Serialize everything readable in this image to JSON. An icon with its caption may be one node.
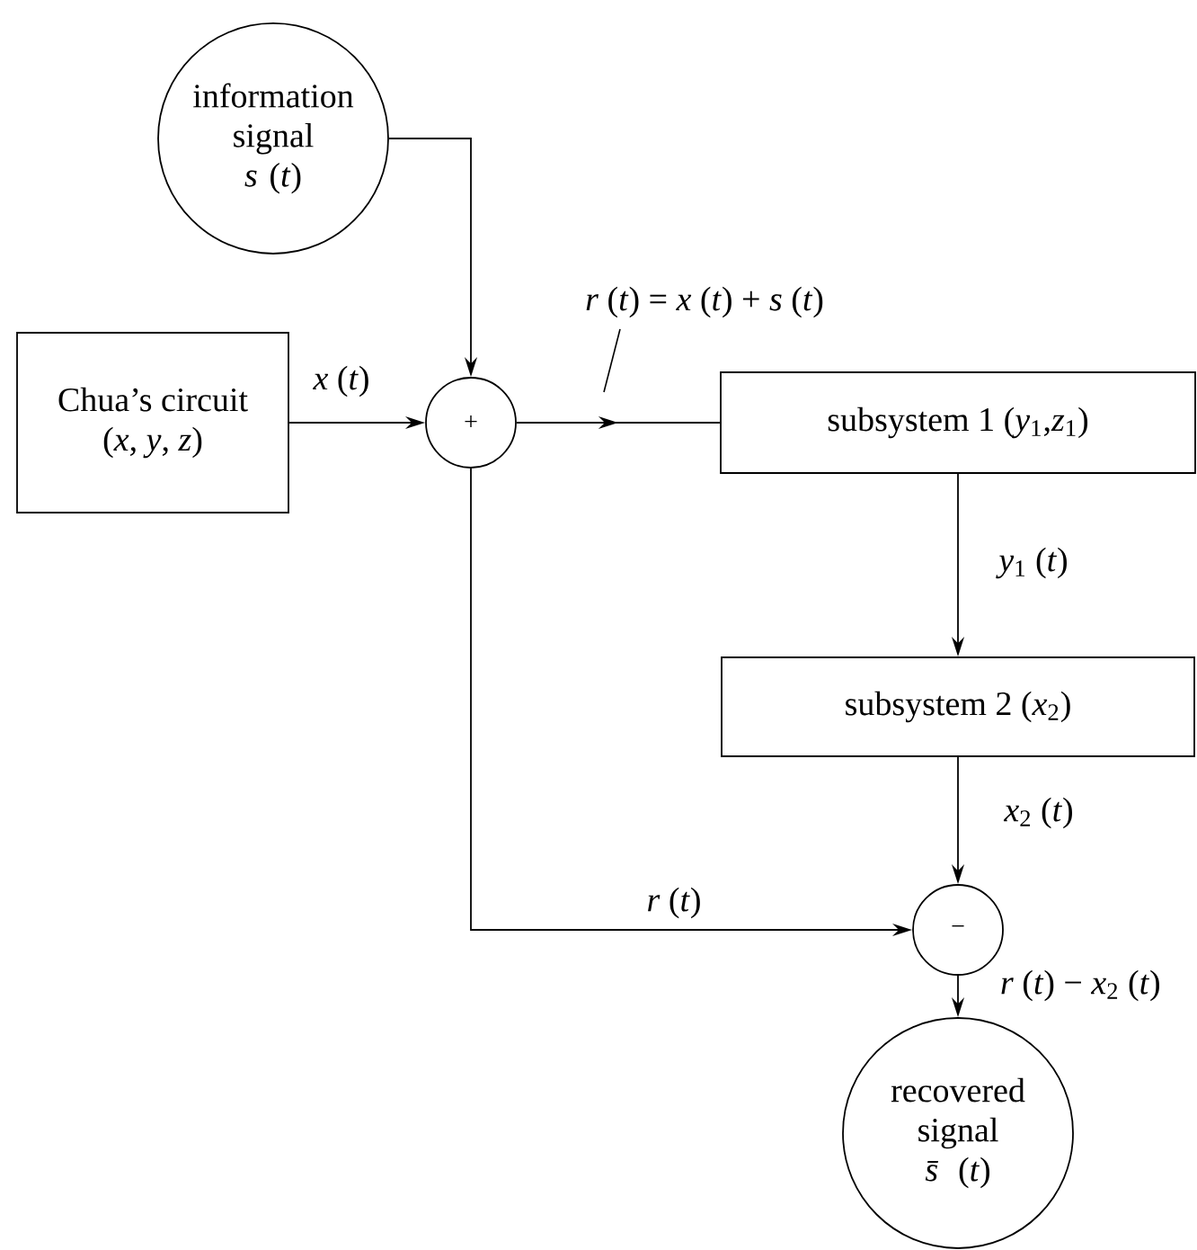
{
  "diagram": {
    "nodes": [
      {
        "text": [
          "information signal",
          "*s* (*t*)"
        ]
      },
      {
        "text": [
          "Chua’s circuit",
          "(*x*, *y*, *z*)"
        ]
      },
      {
        "text": [
          "+"
        ]
      },
      {
        "text": [
          "subsystem 1 (*y*$_{1}$,*z*$_{1}$)"
        ]
      },
      {
        "text": [
          "subsystem 2 (*x*$_{2}$)"
        ]
      },
      {
        "text": [
          "−"
        ]
      },
      {
        "text": [
          "recovered signal",
          "*s̄* (*t*)"
        ]
      }
    ],
    "edges": [
      {
        "from": 0,
        "to": 2,
        "arrow": "to"
      },
      {
        "from": 1,
        "to": 2,
        "arrow": "to",
        "label": "*x* (*t*)"
      },
      {
        "from": 2,
        "to": 3,
        "arrow": "to",
        "label": "*r* (*t*) = *x* (*t*) + *s* (*t*)"
      },
      {
        "from": 3,
        "to": 4,
        "arrow": "to",
        "label": "*y*$_{1}$ (*t*)"
      },
      {
        "from": 4,
        "to": 5,
        "arrow": "to",
        "label": "*x*$_{2}$ (*t*)"
      },
      {
        "from": 2,
        "to": 5,
        "arrow": "to",
        "label": "*r* (*t*)"
      },
      {
        "from": 5,
        "to": 6,
        "arrow": "to",
        "label": "*r* (*t*) − *x*$_{2}$ (*t*)"
      }
    ]
  }
}
